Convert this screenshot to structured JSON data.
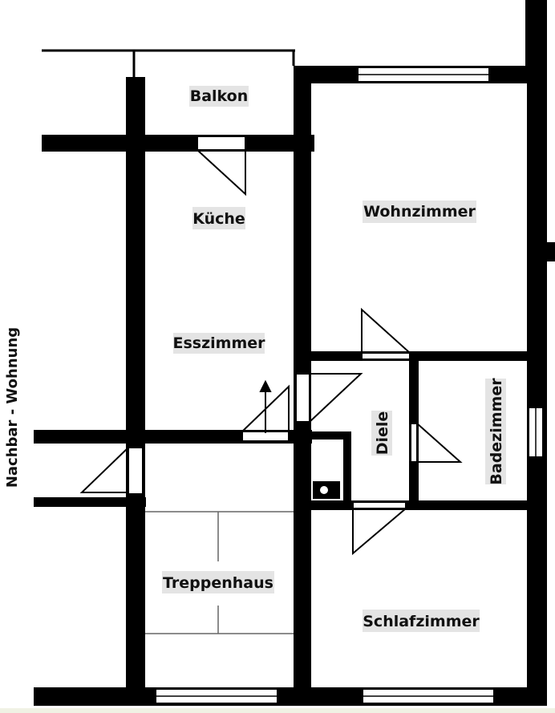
{
  "rooms": {
    "balkon": "Balkon",
    "kueche": "Küche",
    "esszimmer": "Esszimmer",
    "wohnzimmer": "Wohnzimmer",
    "diele": "Diele",
    "badezimmer": "Badezimmer",
    "treppenhaus": "Treppenhaus",
    "schlafzimmer": "Schlafzimmer"
  },
  "neighbor_label": "Nachbar - Wohnung",
  "colors": {
    "wall": "#000000",
    "label_background": "#e4e4e4",
    "background": "#ffffff"
  }
}
